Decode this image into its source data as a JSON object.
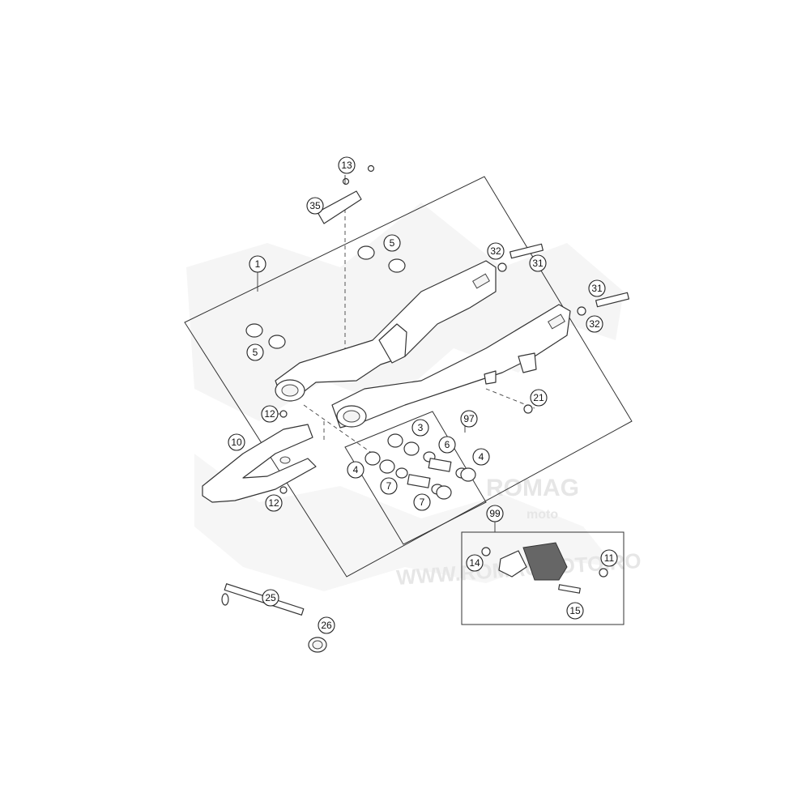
{
  "watermark": {
    "brand_line1": "ROMAG",
    "brand_line2": "moto",
    "website": "WWW.ROMAGMOTO.RO"
  },
  "callouts": {
    "c1": "1",
    "c3": "3",
    "c4a": "4",
    "c4b": "4",
    "c5a": "5",
    "c5b": "5",
    "c6": "6",
    "c7a": "7",
    "c7b": "7",
    "c10": "10",
    "c11": "11",
    "c12a": "12",
    "c12b": "12",
    "c13": "13",
    "c14": "14",
    "c15": "15",
    "c21": "21",
    "c25": "25",
    "c26": "26",
    "c31a": "31",
    "c31b": "31",
    "c32a": "32",
    "c32b": "32",
    "c35": "35",
    "c97": "97",
    "c99": "99"
  }
}
